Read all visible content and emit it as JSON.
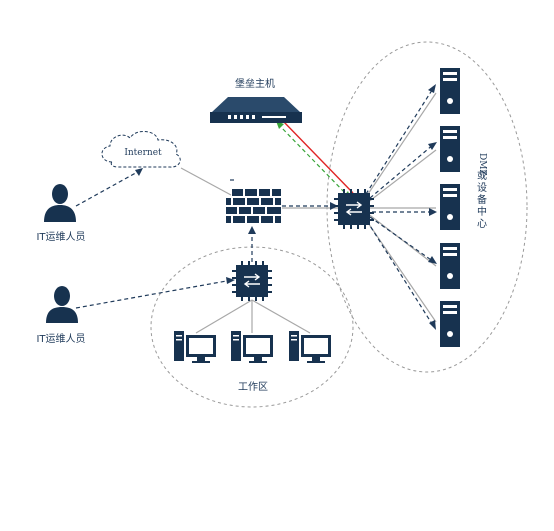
{
  "colors": {
    "navy": "#17324f",
    "accent": "#2a4a6b",
    "link_gray": "#a8a8a8",
    "dashed_dark": "#1f3a5a",
    "dashed_green": "#3aa63a",
    "solid_red": "#e02424",
    "zone_border": "#9a9a9a"
  },
  "labels": {
    "bastion": "堡垒主机",
    "internet": "Internet",
    "it_user_top": "IT运维人员",
    "it_user_bottom": "IT运维人员",
    "workzone": "工作区",
    "dmz_line1": "DMZ",
    "dmz_line2": "或设备中心"
  },
  "icons": {
    "user": "person-icon",
    "firewall": "firewall-icon",
    "switch": "network-switch-icon",
    "server": "server-tower-icon",
    "desktop": "desktop-computer-icon",
    "bastion": "rack-server-icon",
    "cloud": "cloud-icon"
  }
}
